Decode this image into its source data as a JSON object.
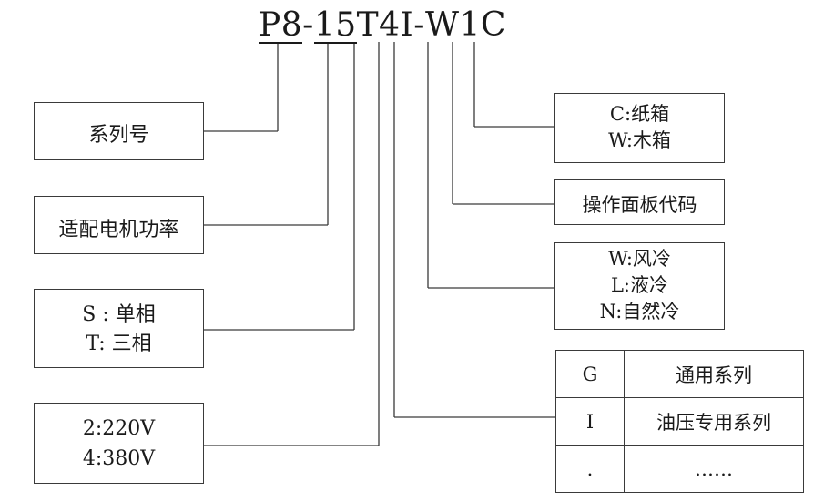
{
  "model_code": {
    "parts": [
      "P8",
      "-",
      "15",
      "T",
      "4",
      "I",
      "-",
      "W",
      "1",
      "C"
    ]
  },
  "left_boxes": [
    {
      "lines": [
        "系列号"
      ]
    },
    {
      "lines": [
        "适配电机功率"
      ]
    },
    {
      "lines": [
        "S : 单相",
        "T:  三相"
      ]
    },
    {
      "lines": [
        "2:220V",
        "4:380V"
      ]
    }
  ],
  "right_boxes": [
    {
      "lines": [
        "C:纸箱",
        "W:木箱"
      ]
    },
    {
      "lines": [
        "操作面板代码"
      ]
    },
    {
      "lines": [
        "W:风冷",
        "L:液冷",
        "N:自然冷"
      ]
    }
  ],
  "series_table": {
    "rows": [
      {
        "code": "G",
        "name": "通用系列"
      },
      {
        "code": "I",
        "name": "油压专用系列"
      },
      {
        "code": ".",
        "name": "……"
      }
    ]
  }
}
